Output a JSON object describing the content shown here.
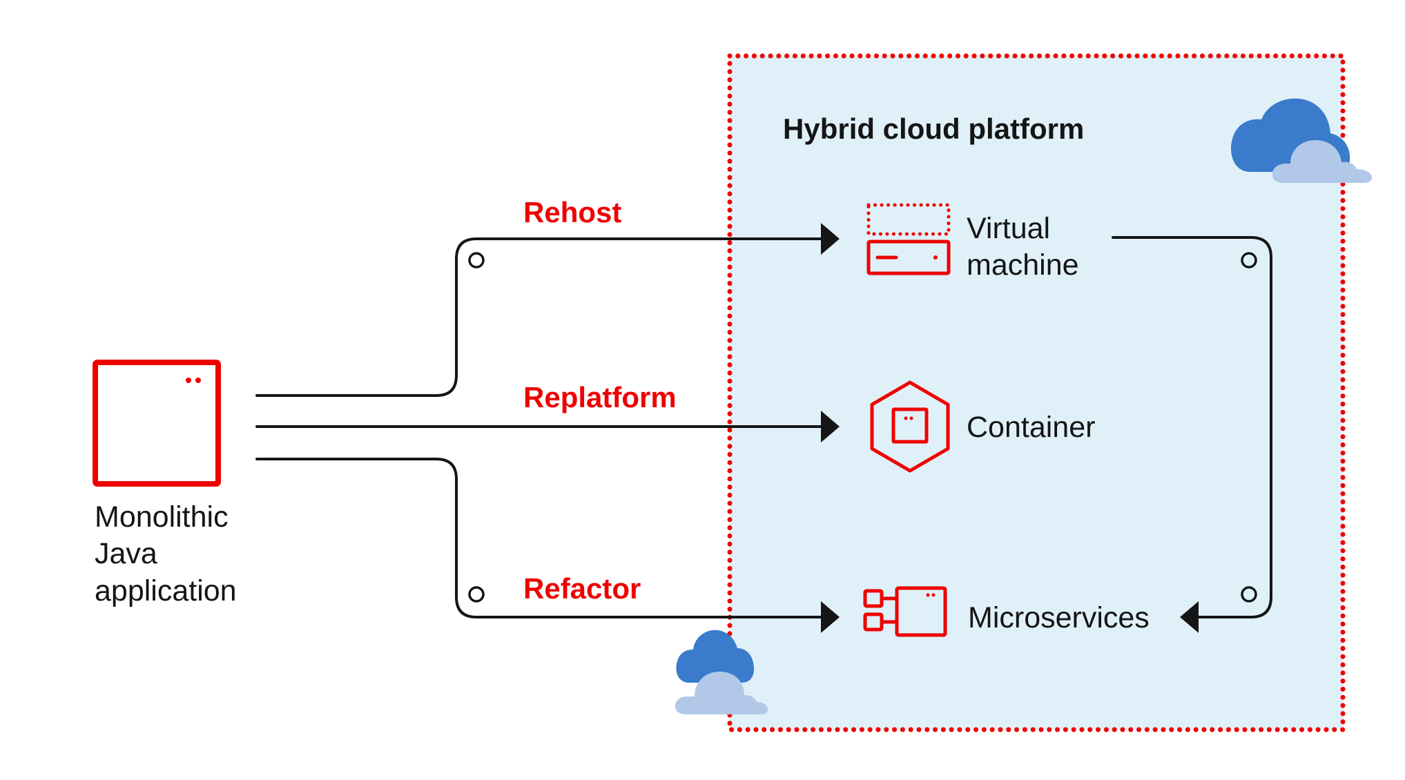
{
  "colors": {
    "accent_red": "#ee0000",
    "platform_bg": "#e0f0f8",
    "line": "#151515",
    "cloud_dark": "#3a7bcb",
    "cloud_light": "#b1c8e8"
  },
  "source": {
    "icon": "application-window-icon",
    "label_lines": [
      "Monolithic",
      "Java",
      "application"
    ]
  },
  "platform": {
    "title": "Hybrid cloud platform",
    "clouds": [
      "cloud-icon",
      "cloud-icon"
    ]
  },
  "paths": [
    {
      "label": "Rehost",
      "target": "Virtual machine"
    },
    {
      "label": "Replatform",
      "target": "Container"
    },
    {
      "label": "Refactor",
      "target": "Microservices"
    }
  ],
  "targets": [
    {
      "icon": "virtual-machine-icon",
      "label_lines": [
        "Virtual",
        "machine"
      ]
    },
    {
      "icon": "container-icon",
      "label_lines": [
        "Container"
      ]
    },
    {
      "icon": "microservices-icon",
      "label_lines": [
        "Microservices"
      ]
    }
  ],
  "loop": {
    "from": "Virtual machine",
    "to": "Microservices"
  }
}
